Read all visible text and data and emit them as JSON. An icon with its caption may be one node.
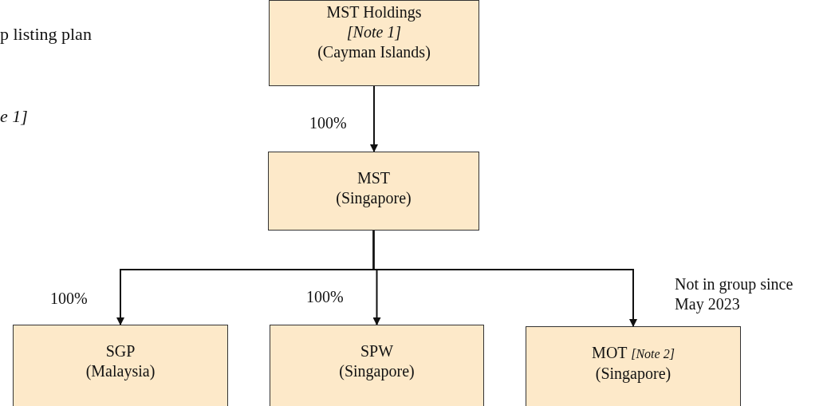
{
  "diagram": {
    "nodes": [
      {
        "text": [
          "MST Holdings *[Note 1]* (Cayman Islands)"
        ]
      },
      {
        "text": [
          "MST",
          "(Singapore)"
        ]
      },
      {
        "text": [
          "SGP",
          "(Malaysia)"
        ]
      },
      {
        "text": [
          "SPW",
          "(Singapore)"
        ]
      },
      {
        "text": [
          "MOT *[Note 2]*",
          "(Singapore)"
        ]
      }
    ],
    "edges": [
      {
        "from": 0,
        "to": 1,
        "arrow": "to",
        "label": "100%"
      },
      {
        "from": 1,
        "to": 2,
        "arrow": "to",
        "label": "100%"
      },
      {
        "from": 1,
        "to": 3,
        "arrow": "to",
        "label": "100%"
      },
      {
        "from": 1,
        "to": 4,
        "arrow": "to",
        "label": "Not in group since May 2023"
      }
    ],
    "labels": [
      "p listing plan",
      "e 1]"
    ]
  }
}
